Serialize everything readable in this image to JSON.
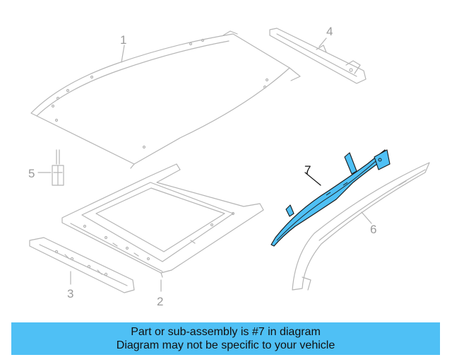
{
  "callouts": {
    "c1": "1",
    "c2": "2",
    "c3": "3",
    "c4": "4",
    "c5": "5",
    "c6": "6",
    "c7": "7"
  },
  "highlight": {
    "part_number": "7",
    "color": "#4fc0f5"
  },
  "banner": {
    "line1": "Part or sub-assembly is #7 in diagram",
    "line2": "Diagram may not be specific to your vehicle",
    "color": "#4fc0f5"
  }
}
